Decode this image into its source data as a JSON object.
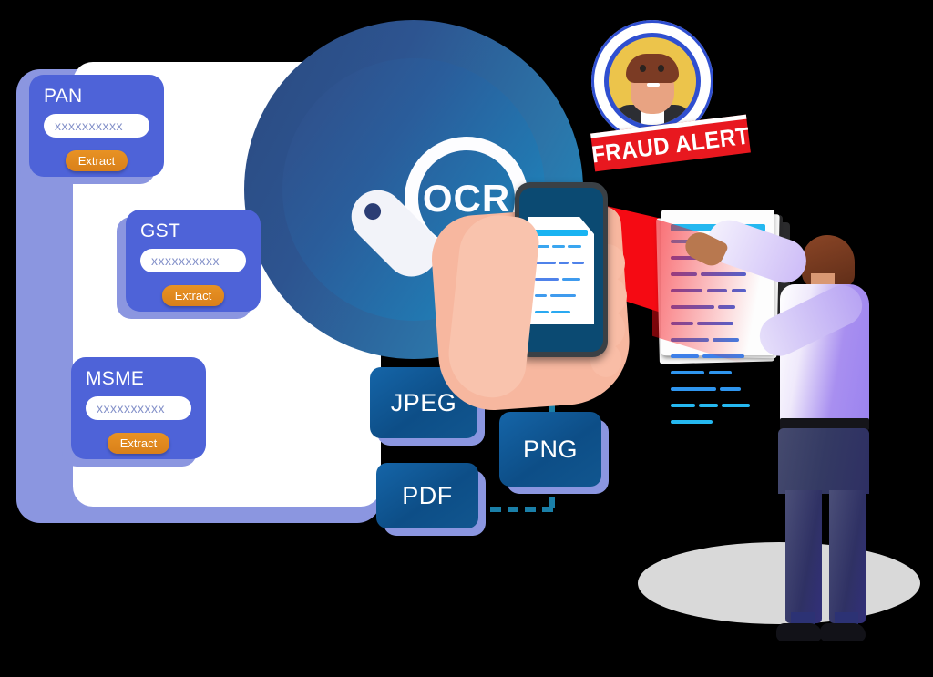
{
  "illustration": {
    "title": "OCR document extraction and fraud alert illustration",
    "colors": {
      "card_blue": "#4e63d8",
      "card_shadow": "#8b96e0",
      "extract_orange": "#e08b1e",
      "badge_blue": "#11568f",
      "alert_red": "#e8181f",
      "ocr_ring_dark": "#2b4a80",
      "ocr_ring_light": "#1a8fc4",
      "dashed_connector": "#1a7fa8",
      "avatar_gold": "#ecc44b",
      "floor_gray": "#d9d9d9"
    }
  },
  "ocr_badge": {
    "label": "OCR",
    "icon": "magnifier-icon"
  },
  "document_cards": [
    {
      "id": "pan",
      "label": "PAN",
      "input_value": "xxxxxxxxxx",
      "input_placeholder": "xxxxxxxxxx",
      "button_label": "Extract"
    },
    {
      "id": "gst",
      "label": "GST",
      "input_value": "xxxxxxxxxx",
      "input_placeholder": "xxxxxxxxxx",
      "button_label": "Extract"
    },
    {
      "id": "msme",
      "label": "MSME",
      "input_value": "xxxxxxxxxx",
      "input_placeholder": "xxxxxxxxxx",
      "button_label": "Extract"
    }
  ],
  "file_formats": [
    {
      "id": "jpeg",
      "label": "JPEG"
    },
    {
      "id": "png",
      "label": "PNG"
    },
    {
      "id": "pdf",
      "label": "PDF"
    }
  ],
  "alert": {
    "label": "FRAUD ALERT",
    "avatar_name": "user-avatar"
  },
  "scene": {
    "phone_name": "smartphone-scanning-document",
    "paper_stack_name": "printed-document-stack",
    "person_name": "standing-businessman",
    "beam_name": "red-scan-beam"
  }
}
